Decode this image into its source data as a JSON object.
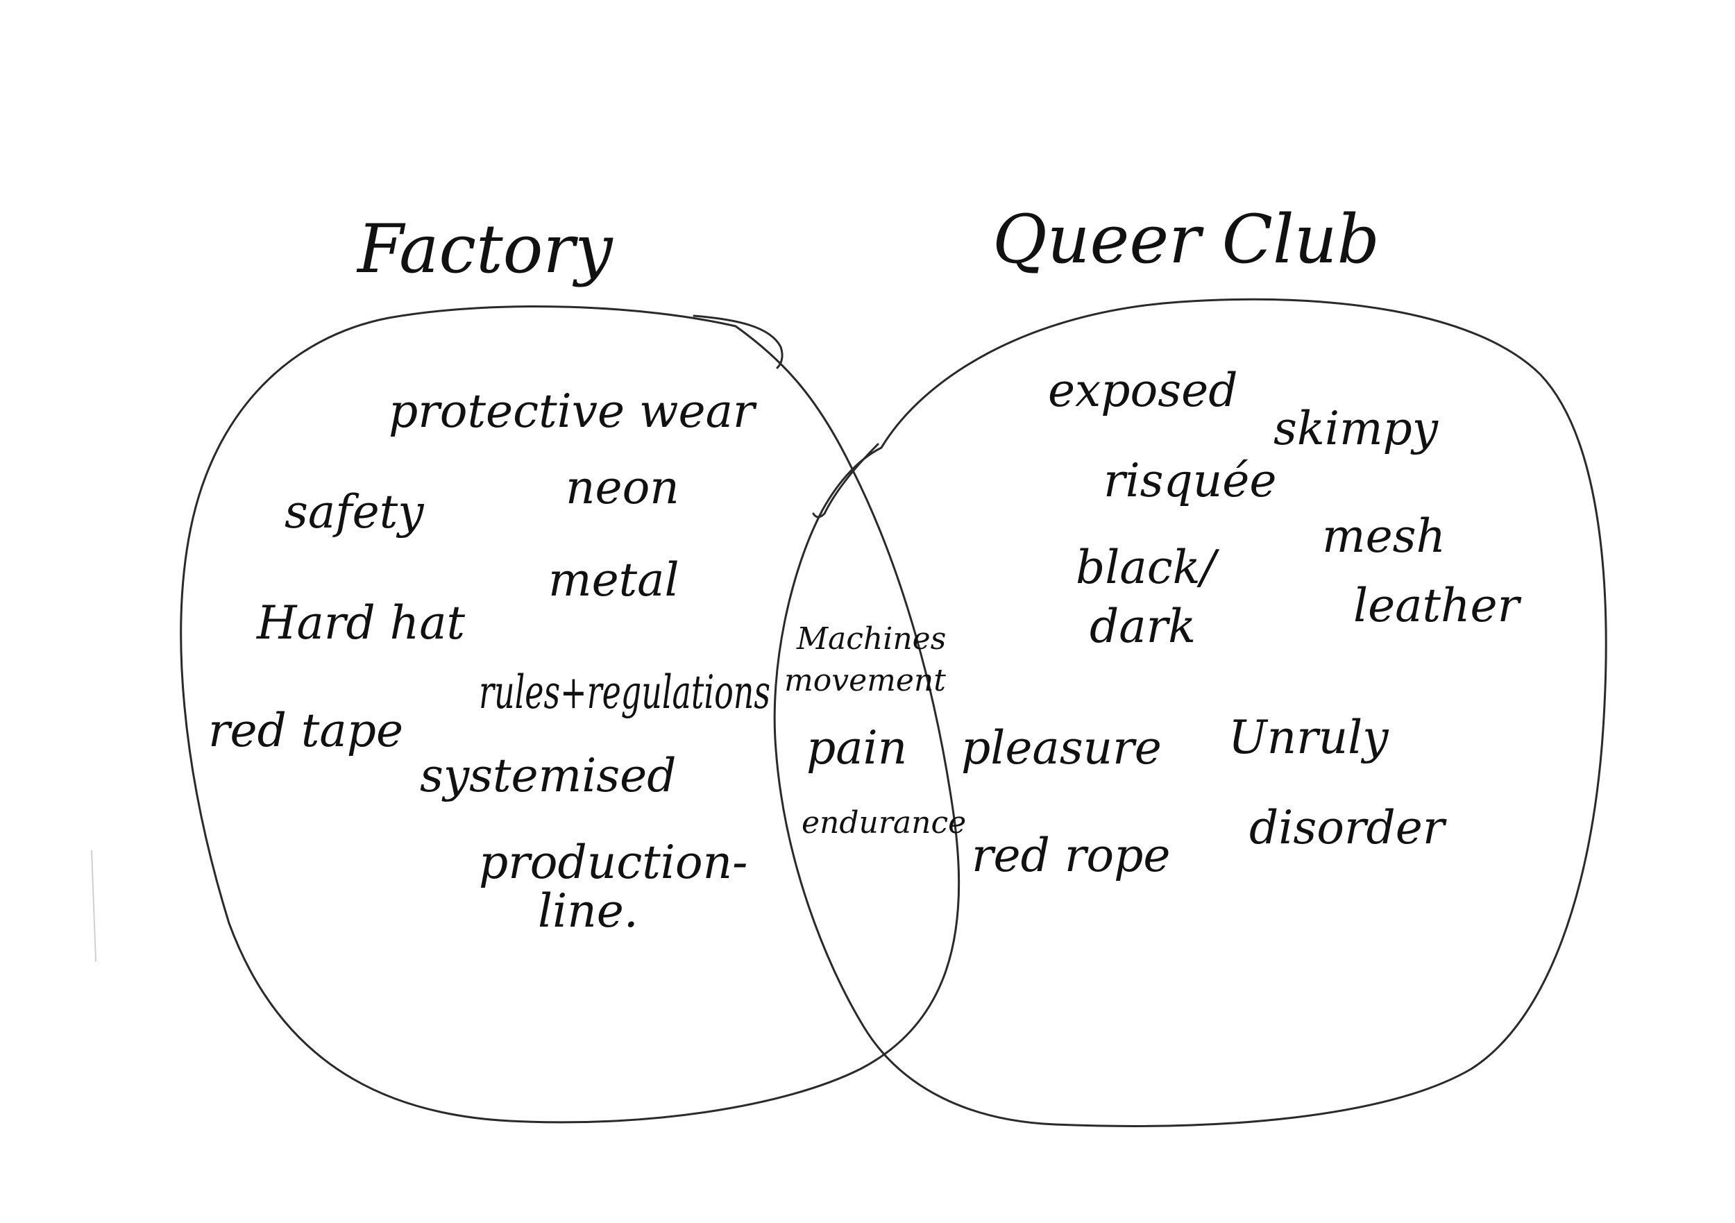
{
  "diagram": {
    "type": "venn",
    "left_set": {
      "title": "Factory",
      "items": [
        "protective wear",
        "safety",
        "neon",
        "Hard hat",
        "metal",
        "rules+regulations",
        "red tape",
        "systemised",
        "production-",
        "line."
      ]
    },
    "right_set": {
      "title": "Queer Club",
      "items": [
        "exposed",
        "skimpy",
        "risquée",
        "black/",
        "dark",
        "mesh",
        "leather",
        "pleasure",
        "Unruly",
        "red rope",
        "disorder"
      ]
    },
    "overlap": {
      "items": [
        "Machines",
        "movement",
        "pain",
        "endurance"
      ]
    },
    "ink_color": "#111111",
    "background": "#ffffff"
  }
}
